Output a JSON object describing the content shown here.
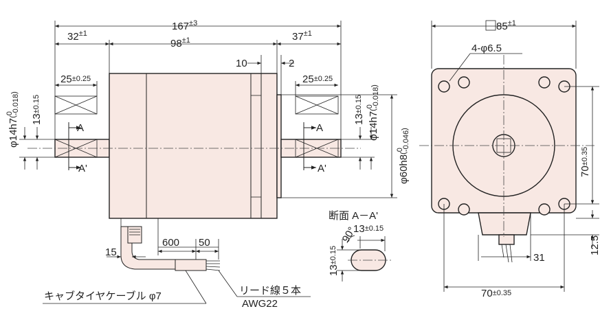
{
  "dims": {
    "overall": "167",
    "overall_tol": "±3",
    "left_shaft": "32",
    "left_shaft_tol": "±1",
    "body": "98",
    "body_tol": "±1",
    "right_shaft": "37",
    "right_shaft_tol": "±1",
    "flange_a": "10",
    "flange_b": "2",
    "key_left": "25",
    "key_left_tol": "±0.25",
    "key_right": "25",
    "key_right_tol": "±0.25",
    "shaft_dia_left": "φ14h7",
    "shaft_dia_left_tol_upper": "0",
    "shaft_dia_left_tol_lower": "-0.018",
    "shaft_flat_left": "13",
    "shaft_flat_left_tol": "±0.15",
    "shaft_dia_right": "φ14h7",
    "shaft_dia_right_tol_upper": "0",
    "shaft_dia_right_tol_lower": "-0.018",
    "shaft_flat_right": "13",
    "shaft_flat_right_tol": "±0.15",
    "pilot_dia": "φ60h8",
    "pilot_dia_tol_upper": "0",
    "pilot_dia_tol_lower": "-0.046",
    "cable_len": "600",
    "lead_len": "50",
    "cable_offset": "15",
    "square": "85",
    "square_tol": "±1",
    "holes": "4-φ6.5",
    "pitch_v": "70",
    "pitch_v_tol": "±0.35",
    "pitch_h": "70",
    "pitch_h_tol": "±0.35",
    "cable_w": "31",
    "cable_h": "12.5",
    "sec_flat": "13",
    "sec_flat_tol": "±0.15",
    "sec_dia": "13",
    "sec_dia_tol": "±0.15",
    "sec_angle": "90°"
  },
  "labels": {
    "section_a": "A",
    "section_a_prime": "A'",
    "section_title": "断面 A－A'",
    "cable_label": "キャブタイヤケーブル φ7",
    "lead_label": "リード線５本",
    "awg": "AWG22"
  }
}
